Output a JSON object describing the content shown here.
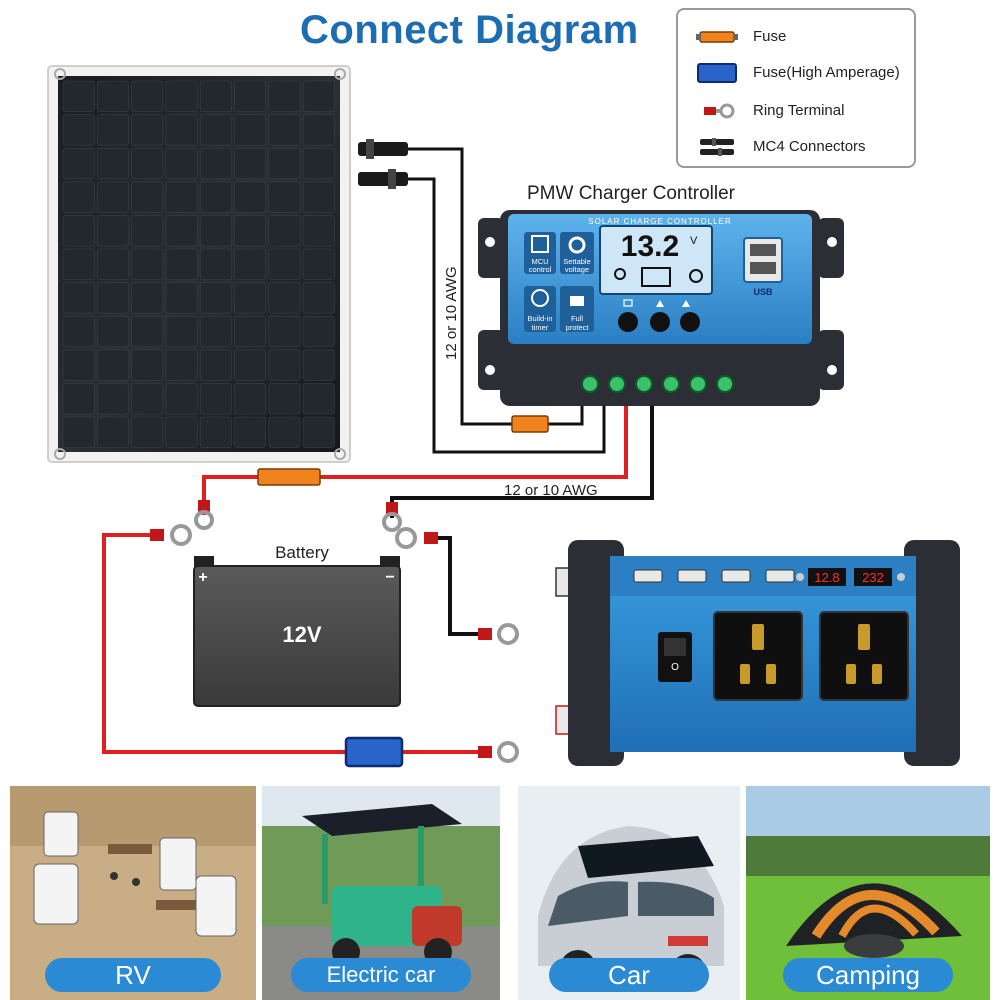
{
  "title": "Connect Diagram",
  "legend": {
    "items": [
      {
        "label": "Fuse",
        "icon": "fuse-icon"
      },
      {
        "label": "Fuse(High Amperage)",
        "icon": "high-amperage-fuse-icon"
      },
      {
        "label": "Ring Terminal",
        "icon": "ring-terminal-icon"
      },
      {
        "label": "MC4 Connectors",
        "icon": "mc4-connectors-icon"
      }
    ]
  },
  "controller": {
    "caption": "PMW Charger Controller",
    "header": "SOLAR CHARGE CONTROLLER",
    "display_value": "13.2",
    "display_unit": "V",
    "features": [
      {
        "label": "MCU control",
        "icon": "chip-icon"
      },
      {
        "label": "Settable voltage",
        "icon": "gear-icon"
      },
      {
        "label": "Build-in timer",
        "icon": "clock-icon"
      },
      {
        "label": "Full protect",
        "icon": "lock-icon"
      }
    ],
    "usb_label": "USB"
  },
  "wiring": {
    "gauge_vertical": "12 or 10 AWG",
    "gauge_horizontal": "12 or 10 AWG"
  },
  "battery": {
    "caption": "Battery",
    "voltage": "12V",
    "plus": "+",
    "minus": "−"
  },
  "inverter": {
    "display_left": "12.8",
    "display_right": "232"
  },
  "applications": [
    {
      "label": "RV"
    },
    {
      "label": "Electric car"
    },
    {
      "label": "Car"
    },
    {
      "label": "Camping"
    }
  ],
  "colors": {
    "title": "#1d6db3",
    "controller_blue": "#2e8fd6",
    "wire_red": "#e02020",
    "wire_black": "#111111",
    "fuse_orange": "#f0831e",
    "fuse_blue": "#2a63c9",
    "pill_blue": "#2a8ad4"
  }
}
